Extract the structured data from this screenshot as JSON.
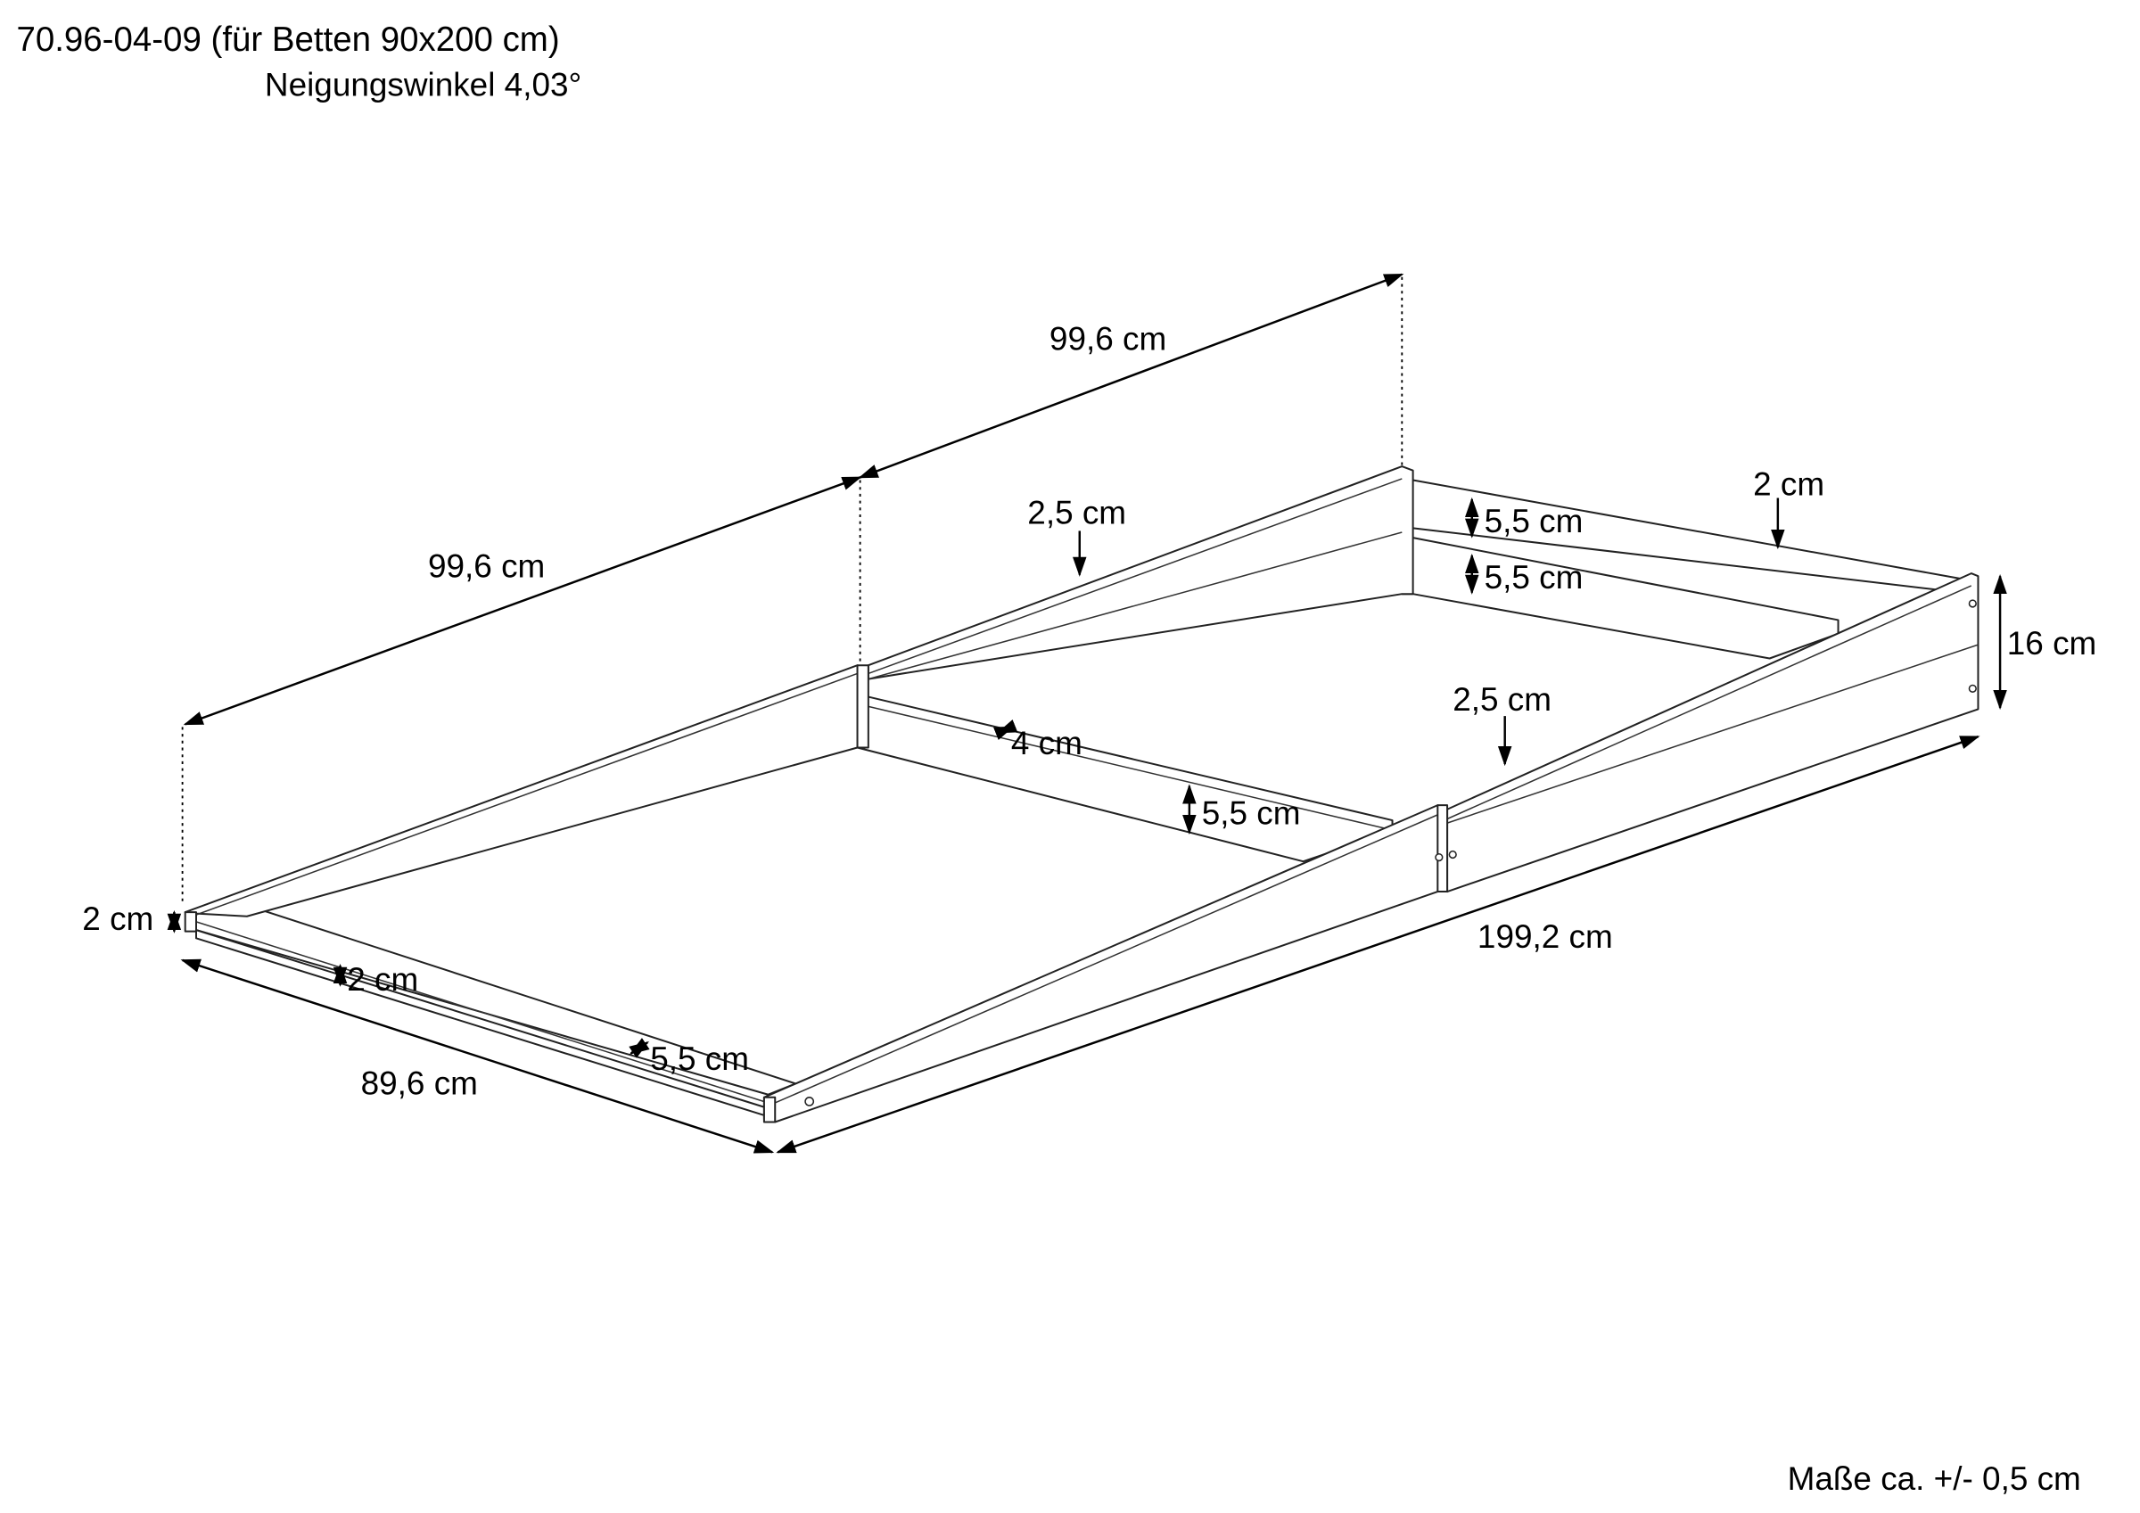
{
  "header": {
    "title": "70.96-04-09 (für Betten 90x200 cm)",
    "subtitle": "Neigungswinkel 4,03°"
  },
  "footer": {
    "tolerance": "Maße ca. +/- 0,5 cm"
  },
  "dimensions": {
    "upper_length_head": "99,6 cm",
    "upper_length_foot": "99,6 cm",
    "side_top_thickness_left": "2,5 cm",
    "head_rail_thickness": "2 cm",
    "head_board_upper": "5,5 cm",
    "head_board_lower": "5,5 cm",
    "head_height": "16 cm",
    "side_top_thickness_right": "2,5 cm",
    "middle_rail_width": "4 cm",
    "middle_rail_height": "5,5 cm",
    "total_length": "199,2 cm",
    "foot_height": "2 cm",
    "foot_rail_thickness": "2 cm",
    "foot_rail_height": "5,5 cm",
    "width": "89,6 cm"
  }
}
